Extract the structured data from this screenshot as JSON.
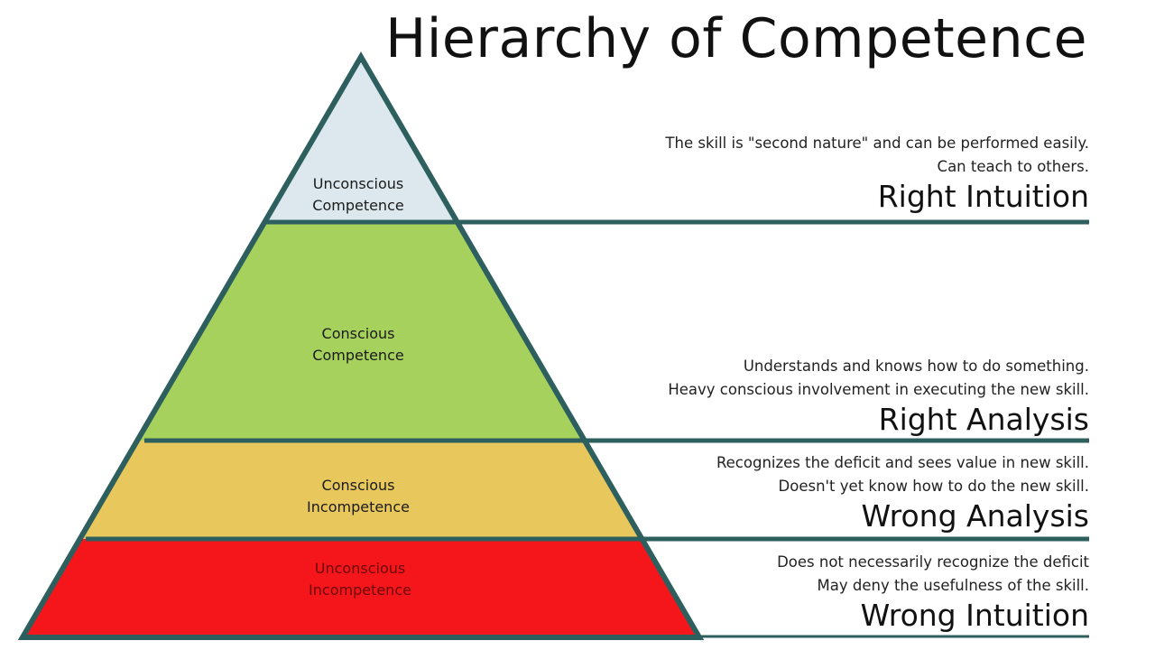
{
  "title": "Hierarchy of Competence",
  "colors": {
    "stroke": "#2e5f5f",
    "top": "#dce8ee",
    "green": "#a6d15c",
    "yellow": "#e8c85c",
    "red": "#f5161b"
  },
  "levels": [
    {
      "label_1": "Unconscious",
      "label_2": "Competence",
      "heading": "Right Intuition",
      "desc_1": "The skill is \"second nature\" and can be performed easily.",
      "desc_2": "Can teach to others."
    },
    {
      "label_1": "Conscious",
      "label_2": "Competence",
      "heading": "Right Analysis",
      "desc_1": "Understands and knows how to do something.",
      "desc_2": "Heavy conscious involvement in executing the new skill."
    },
    {
      "label_1": "Conscious",
      "label_2": "Incompetence",
      "heading": "Wrong Analysis",
      "desc_1": "Recognizes the deficit and sees value in new skill.",
      "desc_2": "Doesn't yet know how to do the new skill."
    },
    {
      "label_1": "Unconscious",
      "label_2": "Incompetence",
      "heading": "Wrong Intuition",
      "desc_1": "Does not necessarily recognize the deficit",
      "desc_2": "May deny the usefulness of the skill."
    }
  ]
}
